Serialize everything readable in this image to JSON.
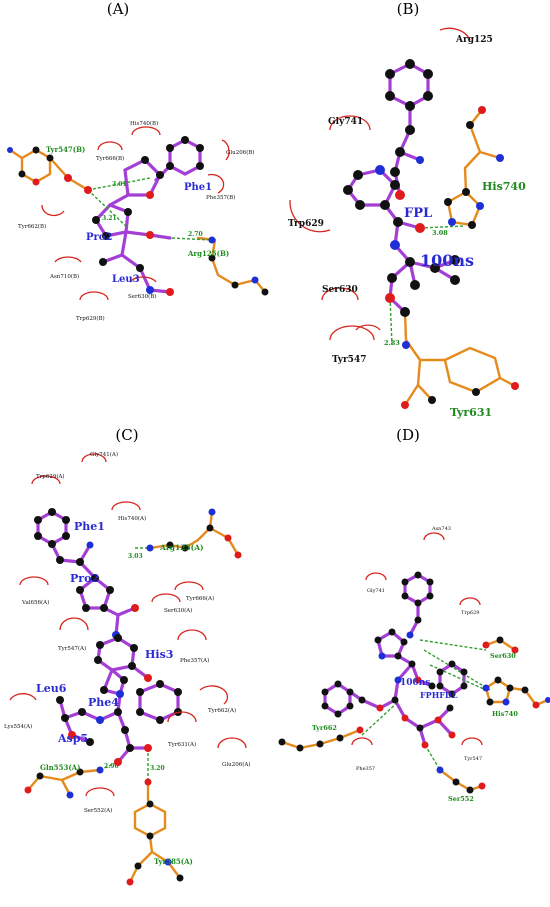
{
  "panels": [
    {
      "id": "A",
      "label": "(A)",
      "residues": [
        {
          "text": "Phe1",
          "style": "blue"
        },
        {
          "text": "Pro2",
          "style": "blue"
        },
        {
          "text": "Leu3",
          "style": "blue"
        },
        {
          "text": "Tyr547(B)",
          "style": "green"
        },
        {
          "text": "Arg125(B)",
          "style": "green"
        },
        {
          "text": "His740(B)",
          "style": "black"
        },
        {
          "text": "Tyr666(B)",
          "style": "black"
        },
        {
          "text": "Glu206(B)",
          "style": "black"
        },
        {
          "text": "Phe357(B)",
          "style": "black"
        },
        {
          "text": "Tyr662(B)",
          "style": "black"
        },
        {
          "text": "Asn710(B)",
          "style": "black"
        },
        {
          "text": "Ser630(B)",
          "style": "black"
        },
        {
          "text": "Trp629(B)",
          "style": "black"
        }
      ],
      "distances": [
        "3.01",
        "3.21",
        "2.70"
      ]
    },
    {
      "id": "B",
      "label": "(B)",
      "residues": [
        {
          "text": "Arg125",
          "style": "black"
        },
        {
          "text": "Gly741",
          "style": "black"
        },
        {
          "text": "Trp629",
          "style": "black"
        },
        {
          "text": "Ser630",
          "style": "black"
        },
        {
          "text": "Tyr547",
          "style": "black"
        },
        {
          "text": "His740",
          "style": "green"
        },
        {
          "text": "Tyr631",
          "style": "green"
        }
      ],
      "ligand": "FPL",
      "time": "100ns",
      "distances": [
        "3.08",
        "2.83"
      ]
    },
    {
      "id": "C",
      "label": "(C)",
      "residues": [
        {
          "text": "Phe1",
          "style": "blue"
        },
        {
          "text": "Pro2",
          "style": "blue"
        },
        {
          "text": "His3",
          "style": "blue"
        },
        {
          "text": "Phe4",
          "style": "blue"
        },
        {
          "text": "Asp5",
          "style": "blue"
        },
        {
          "text": "Leu6",
          "style": "blue"
        },
        {
          "text": "Arg125(A)",
          "style": "green"
        },
        {
          "text": "Gln553(A)",
          "style": "green"
        },
        {
          "text": "Tyr585(A)",
          "style": "green"
        },
        {
          "text": "Gly741(A)",
          "style": "black"
        },
        {
          "text": "Trp629(A)",
          "style": "black"
        },
        {
          "text": "His740(A)",
          "style": "black"
        },
        {
          "text": "Val656(A)",
          "style": "black"
        },
        {
          "text": "Ser630(A)",
          "style": "black"
        },
        {
          "text": "Tyr666(A)",
          "style": "black"
        },
        {
          "text": "Tyr547(A)",
          "style": "black"
        },
        {
          "text": "Phe357(A)",
          "style": "black"
        },
        {
          "text": "Tyr662(A)",
          "style": "black"
        },
        {
          "text": "Lys554(A)",
          "style": "black"
        },
        {
          "text": "Tyr631(A)",
          "style": "black"
        },
        {
          "text": "Glu206(A)",
          "style": "black"
        },
        {
          "text": "Ser552(A)",
          "style": "black"
        }
      ],
      "distances": [
        "3.03",
        "2.90",
        "3.20"
      ]
    },
    {
      "id": "D",
      "label": "(D)",
      "residues": [
        {
          "text": "Asn743",
          "style": "black"
        },
        {
          "text": "Gly741",
          "style": "black"
        },
        {
          "text": "Trp629",
          "style": "black"
        },
        {
          "text": "Ser630",
          "style": "green"
        },
        {
          "text": "His740",
          "style": "green"
        },
        {
          "text": "Tyr662",
          "style": "green"
        },
        {
          "text": "Ser552",
          "style": "green"
        },
        {
          "text": "Phe357",
          "style": "black"
        },
        {
          "text": "Tyr547",
          "style": "black"
        }
      ],
      "ligand": "FPHFDL",
      "time": "100ns"
    }
  ],
  "colors": {
    "ligand_bond": "#a43fd6",
    "protein_bond": "#e58a1c",
    "hbond": "#2ea02e",
    "hydrophobic_arc": "#d8261f",
    "carbon": "#111111",
    "oxygen": "#e01b1b",
    "nitrogen": "#1f2fd6"
  }
}
